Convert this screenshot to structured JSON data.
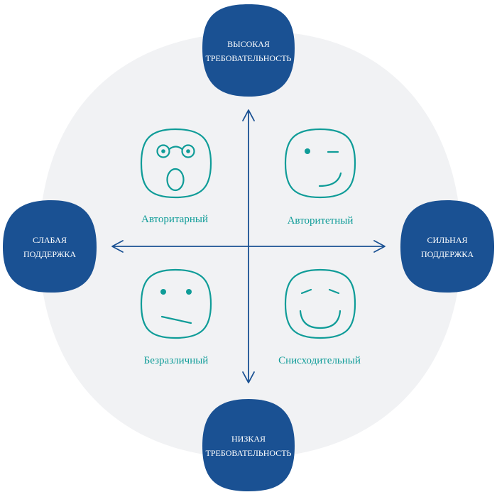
{
  "colors": {
    "background_blob": "#f1f2f4",
    "node_fill": "#1a5193",
    "node_text": "#ffffff",
    "axis": "#1a5193",
    "face_stroke": "#0f9c98",
    "label_text": "#0f9c98"
  },
  "nodes": {
    "top": {
      "line1": "ВЫСОКАЯ",
      "line2": "ТРЕБОВАТЕЛЬНОСТЬ"
    },
    "bottom": {
      "line1": "НИЗКАЯ",
      "line2": "ТРЕБОВАТЕЛЬНОСТЬ"
    },
    "left": {
      "line1": "СЛАБАЯ",
      "line2": "ПОДДЕРЖКА"
    },
    "right": {
      "line1": "СИЛЬНАЯ",
      "line2": "ПОДДЕРЖКА"
    }
  },
  "quadrants": {
    "top_left": {
      "label": "Авторитарный",
      "icon": "surprised-face-with-glasses-icon"
    },
    "top_right": {
      "label": "Авторитетный",
      "icon": "winking-face-icon"
    },
    "bottom_left": {
      "label": "Безразличный",
      "icon": "indifferent-face-icon"
    },
    "bottom_right": {
      "label": "Снисходительный",
      "icon": "smiling-face-icon"
    }
  }
}
